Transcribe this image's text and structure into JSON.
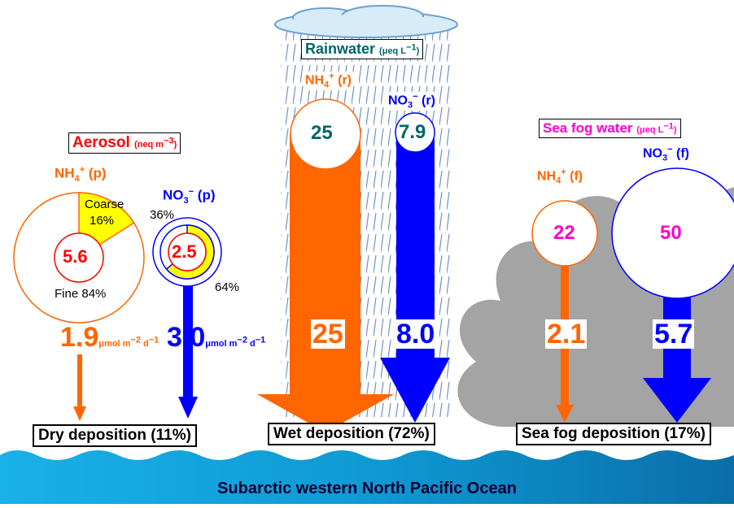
{
  "title": "Subarctic western North Pacific Ocean",
  "aerosol": {
    "label": "Aerosol",
    "unit": "(neq m",
    "unit_exp": "−3",
    "unit_close": ")",
    "nh4": {
      "species": "NH",
      "sub": "4",
      "sup": "+",
      "tag": " (p)",
      "value": "5.6",
      "coarse_label": "Coarse",
      "coarse_pct": "16%",
      "fine_label": "Fine 84%",
      "coarse_fraction": 0.16,
      "flux": "1.9",
      "flux_unit": "μmol m",
      "flux_exp1": "−2",
      "flux_mid": " d",
      "flux_exp2": "−1"
    },
    "no3": {
      "species": "NO",
      "sub": "3",
      "sup": "−",
      "tag": " (p)",
      "value": "2.5",
      "pct_a": "36%",
      "pct_b": "64%",
      "yellow_fraction": 0.64,
      "flux": "3.0",
      "flux_unit": "μmol m",
      "flux_exp1": "−2",
      "flux_mid": " d",
      "flux_exp2": "−1"
    }
  },
  "rainwater": {
    "label": "Rainwater",
    "unit": "(μeq L",
    "unit_exp": "−1",
    "unit_close": ")",
    "nh4": {
      "species": "NH",
      "sub": "4",
      "sup": "+",
      "tag": " (r)",
      "value": "25",
      "flux": "25"
    },
    "no3": {
      "species": "NO",
      "sub": "3",
      "sup": "−",
      "tag": " (r)",
      "value": "7.9",
      "flux": "8.0"
    }
  },
  "seafog": {
    "label": "Sea fog water",
    "unit": "(μeq L",
    "unit_exp": "−1",
    "unit_close": ")",
    "nh4": {
      "species": "NH",
      "sub": "4",
      "sup": "+",
      "tag": " (f)",
      "value": "22",
      "flux": "2.1"
    },
    "no3": {
      "species": "NO",
      "sub": "3",
      "sup": "−",
      "tag": " (f)",
      "value": "50",
      "flux": "5.7"
    }
  },
  "deposition": {
    "dry": "Dry deposition (11%)",
    "wet": "Wet deposition (72%)",
    "fog": "Sea fog deposition (17%)"
  },
  "colors": {
    "nh4": "#ff6600",
    "no3": "#0000ff",
    "red": "#ff0000",
    "yellow": "#ffff00",
    "rain": "#7a9cc8",
    "fog": "#a0a0a0",
    "ocean": "#1ba8e0",
    "teal": "#006666",
    "magenta": "#ff00cc"
  },
  "icons": [
    "cloud-icon",
    "rain-streaks",
    "fog-cloud"
  ]
}
